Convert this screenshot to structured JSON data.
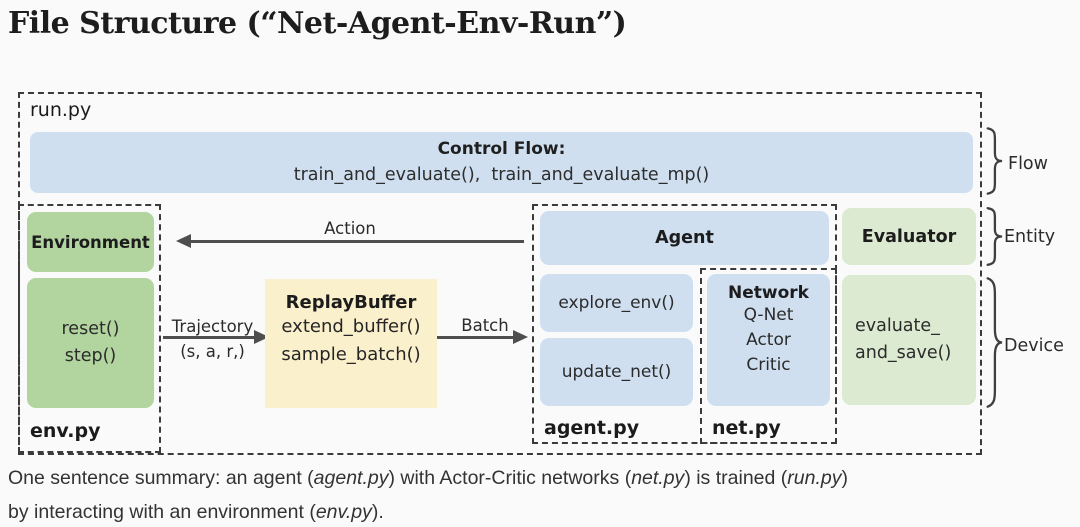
{
  "page": {
    "title": "File Structure (“Net-Agent-Env-Run”)"
  },
  "colors": {
    "blue": "#cfdff0",
    "green": "#b2d5a0",
    "light_green": "#dcead2",
    "yellow": "#faf0cc",
    "dash_border": "#3b3b3b",
    "arrow": "#4e4e4e"
  },
  "diagram": {
    "run_module": {
      "label": "run.py"
    },
    "control_flow": {
      "title": "Control Flow:",
      "functions": "train_and_evaluate(),  train_and_evaluate_mp()"
    },
    "env_module": {
      "label": "env.py",
      "entity": "Environment",
      "methods": [
        "reset()",
        "step()"
      ]
    },
    "replay_buffer": {
      "title": "ReplayBuffer",
      "methods": [
        "extend_buffer()",
        "sample_batch()"
      ]
    },
    "agent_module": {
      "label": "agent.py",
      "entity": "Agent",
      "methods": [
        "explore_env()",
        "update_net()"
      ]
    },
    "net_module": {
      "label": "net.py",
      "entity": "Network",
      "networks": [
        "Q-Net",
        "Actor",
        "Critic"
      ]
    },
    "evaluator": {
      "entity": "Evaluator",
      "method_lines": [
        "evaluate_",
        "and_save()"
      ]
    },
    "arrows": {
      "action": "Action",
      "trajectory": "Trajectory",
      "trajectory_sub": "(s, a, r,)",
      "batch": "Batch"
    },
    "braces": {
      "flow": "Flow",
      "entity": "Entity",
      "device": "Device"
    }
  },
  "summary": {
    "line1": [
      "One sentence summary: an agent (",
      "agent.py",
      ") with Actor-Critic networks (",
      "net.py",
      ") is trained (",
      "run.py",
      ")"
    ],
    "line2": [
      "by interacting with an environment (",
      "env.py",
      ")."
    ]
  }
}
